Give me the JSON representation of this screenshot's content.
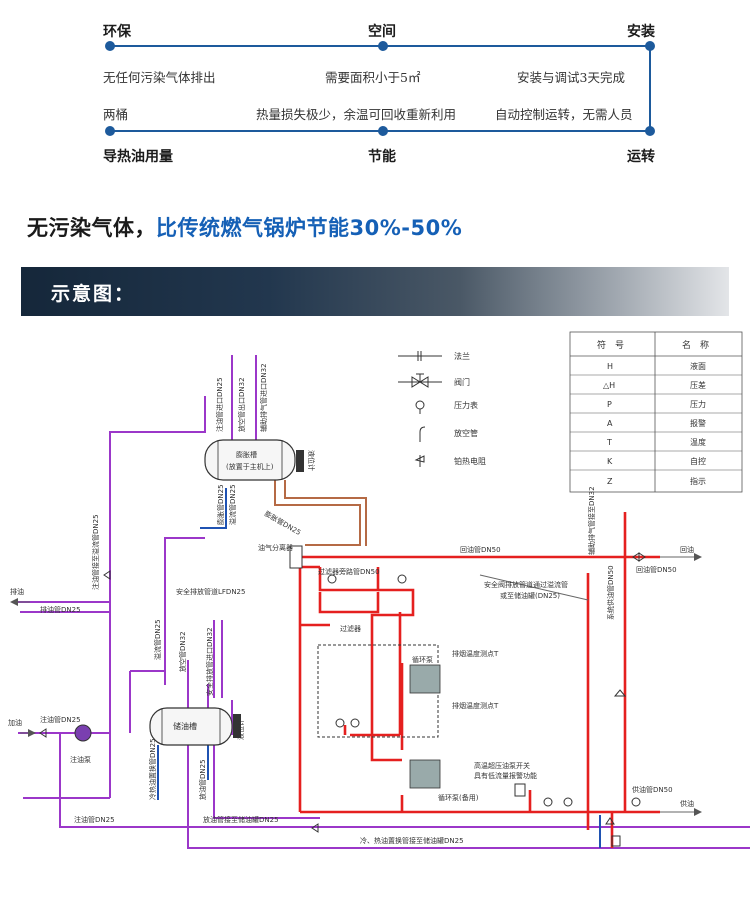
{
  "features": {
    "top": [
      {
        "title": "环保",
        "desc": "无任何污染气体排出"
      },
      {
        "title": "空间",
        "desc": "需要面积小于5㎡"
      },
      {
        "title": "安装",
        "desc": "安装与调试3天完成"
      }
    ],
    "bottom": [
      {
        "title": "导热油用量",
        "desc": "两桶"
      },
      {
        "title": "节能",
        "desc": "热量损失极少，余温可回收重新利用"
      },
      {
        "title": "运转",
        "desc": "自动控制运转，无需人员"
      }
    ]
  },
  "headline": {
    "part1": "无污染气体，",
    "part2": "比传统燃气锅炉节能30%-50%"
  },
  "banner": {
    "title": "示意图："
  },
  "legend_symbols": [
    "法兰",
    "阀门",
    "压力表",
    "放空管",
    "铂热电阻"
  ],
  "legend_table": {
    "headers": [
      "符　号",
      "名　称"
    ],
    "rows": [
      [
        "H",
        "液面"
      ],
      [
        "△H",
        "压差"
      ],
      [
        "P",
        "压力"
      ],
      [
        "A",
        "报警"
      ],
      [
        "T",
        "温度"
      ],
      [
        "K",
        "自控"
      ],
      [
        "Z",
        "指示"
      ]
    ]
  },
  "diagram": {
    "labels": {
      "high_tank": "膨胀槽",
      "high_tank_sub": "(放置于主机上)",
      "level_gauge": "液位计",
      "low_tank": "储油槽",
      "gas_sep": "油气分离器",
      "filter": "过滤器",
      "filter_bypass": "过滤器旁路管DN50",
      "return_main": "回油管DN50",
      "return_label": "回油",
      "supply_label": "供油",
      "supply_main": "供油管DN50",
      "return_left": "回油管DN50",
      "main_supply_v": "系统供油管DN50",
      "exhaust": "排油",
      "exhaust_pipe": "排油管DN25",
      "fill_in": "加油",
      "fill_pipe": "注油管DN25",
      "fill_pump": "注油泵",
      "fill_main": "注油管DN25",
      "circ_pump": "循环泵",
      "circ_pump2": "循环泵(备用)",
      "temp1": "排烟温度测点T",
      "temp2": "排烟温度测点T",
      "expansion_pipe": "膨胀管DN25",
      "safety_pipe": "安全排放管道LFDN25",
      "safety_note1": "安全阀排放管道通过溢流管",
      "safety_note2": "或至储油罐(DN25)",
      "control_note1": "高温超压油泵开关",
      "control_note2": "具有低流量报警功能",
      "drain_low": "放油管接至储油罐DN25",
      "bottom_pipe": "冷、热油置换管接至储油罐DN25",
      "v_fill_overflow": "注油管接至溢流管DN25",
      "v_h1": "注油管进口DN25",
      "v_h2": "放空管出口DN32",
      "v_h3": "辅助排气管进口DN32",
      "v_h4": "膨胀管DN25",
      "v_h5": "溢流管DN25",
      "v_l1": "溢流管DN25",
      "v_l2": "放空管DN32",
      "v_l3": "安全排放管进口DN32",
      "v_l4": "冷热油置换管DN25",
      "v_l5": "放油管DN25",
      "v_l6": "液位计",
      "v_aux": "辅助排气管接至DN32"
    }
  }
}
